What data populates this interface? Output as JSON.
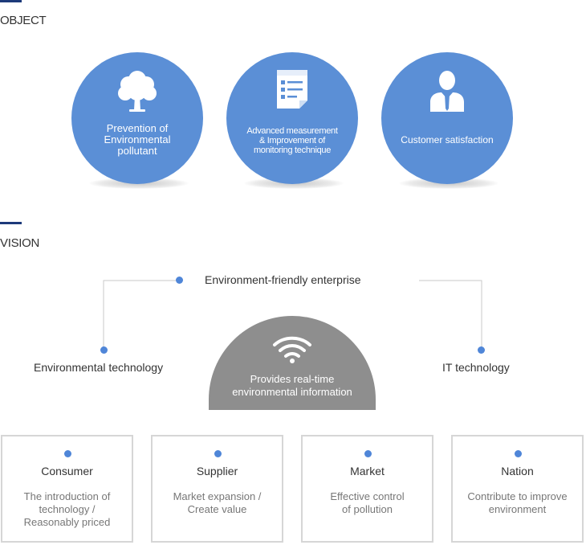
{
  "object": {
    "title": "OBJECT",
    "circles": [
      {
        "icon": "tree-icon",
        "lines": [
          "Prevention of",
          "Environmental",
          "pollutant"
        ]
      },
      {
        "icon": "checklist-icon",
        "lines": [
          "Advanced measurement",
          "& Improvement of",
          "monitoring technique"
        ]
      },
      {
        "icon": "user-icon",
        "lines": [
          "Customer satisfaction"
        ]
      }
    ]
  },
  "vision": {
    "title": "VISION",
    "top_label": "Environment-friendly enterprise",
    "left_label": "Environmental technology",
    "right_label": "IT technology",
    "center": {
      "icon": "wifi-icon",
      "lines": [
        "Provides real-time",
        "environmental information"
      ]
    },
    "boxes": [
      {
        "title": "Consumer",
        "desc": [
          "The introduction of",
          "technology /",
          "Reasonably priced"
        ]
      },
      {
        "title": "Supplier",
        "desc": [
          "Market expansion /",
          "Create value"
        ]
      },
      {
        "title": "Market",
        "desc": [
          "Effective control",
          "of pollution"
        ]
      },
      {
        "title": "Nation",
        "desc": [
          "Contribute to improve",
          "environment"
        ]
      }
    ]
  },
  "colors": {
    "accent": "#5b8fd6",
    "dot": "#4f86d8",
    "dome": "#8e8e8e",
    "section_bar": "#1d3a7a"
  }
}
